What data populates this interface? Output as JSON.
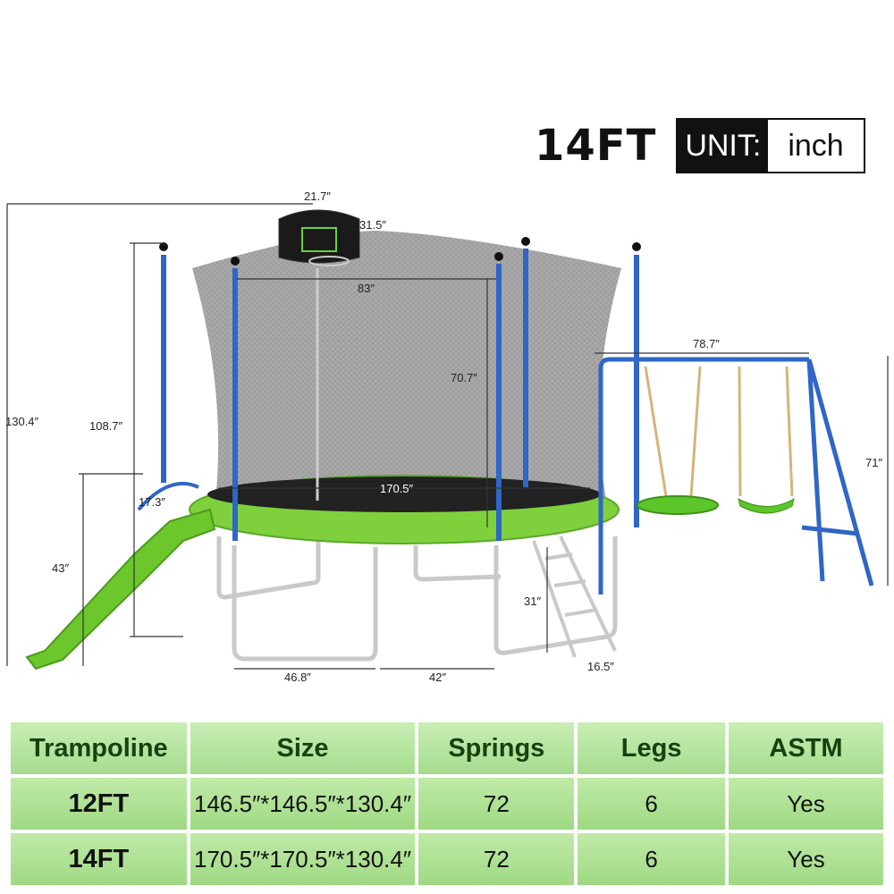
{
  "header": {
    "size_label": "14FT",
    "unit_label": "UNIT:",
    "unit_value": "inch"
  },
  "dimensions": {
    "total_height": "130.4″",
    "enclosure_height": "108.7″",
    "slide_height": "43″",
    "slide_angle": "17.3″",
    "hoop_width": "21.7″",
    "hoop_height": "31.5″",
    "pole_span": "83″",
    "net_height": "70.7″",
    "diameter": "170.5″",
    "swing_width": "78.7″",
    "swing_height": "71″",
    "ladder_height": "31″",
    "ladder_width": "16.5″",
    "leg_span_1": "46.8″",
    "leg_span_2": "42″"
  },
  "colors": {
    "frame_green": "#7ed13c",
    "pole_blue": "#2f66c7",
    "table_green": "#a8dd8f",
    "header_text": "#17420f"
  },
  "table": {
    "columns": [
      "Trampoline",
      "Size",
      "Springs",
      "Legs",
      "ASTM"
    ],
    "rows": [
      {
        "model": "12FT",
        "size": "146.5″*146.5″*130.4″",
        "springs": "72",
        "legs": "6",
        "astm": "Yes"
      },
      {
        "model": "14FT",
        "size": "170.5″*170.5″*130.4″",
        "springs": "72",
        "legs": "6",
        "astm": "Yes"
      }
    ]
  }
}
